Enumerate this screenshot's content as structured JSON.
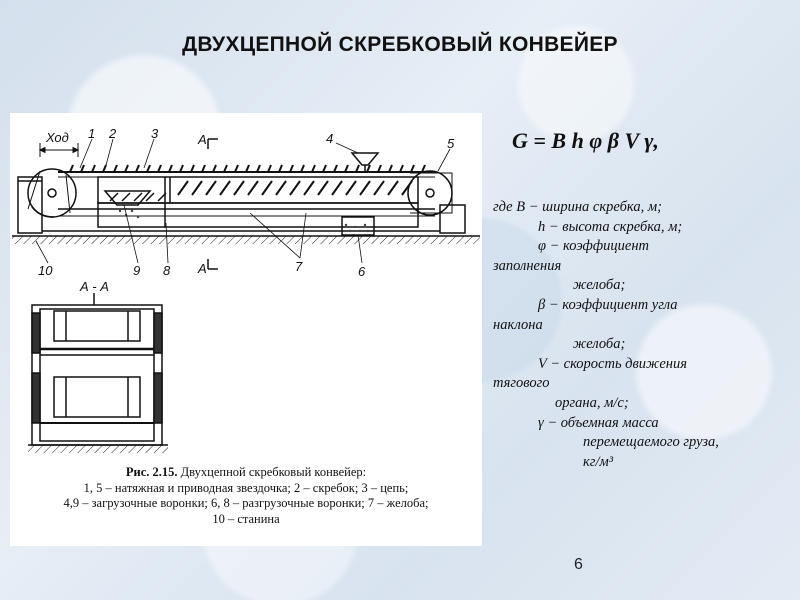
{
  "slide": {
    "title": "ДВУХЦЕПНОЙ СКРЕБКОВЫЙ КОНВЕЙЕР",
    "page_number": "6"
  },
  "figure": {
    "labels": {
      "stroke": "Ход",
      "n1": "1",
      "n2": "2",
      "n3": "3",
      "n4": "4",
      "n5": "5",
      "n6": "6",
      "n7": "7",
      "n8": "8",
      "n9": "9",
      "n10": "10",
      "section_top": "A",
      "section_bottom": "A",
      "section_view": "А - А"
    },
    "caption": {
      "number": "Рис. 2.15.",
      "title": "Двухцепной скребковый конвейер:",
      "line1": "1, 5 – натяжная и приводная звездочка; 2 – скребок; 3 – цепь;",
      "line2": "4,9 – загрузочные воронки; 6, 8 – разгрузочные воронки; 7 – желоба;",
      "line3": "10 – станина"
    }
  },
  "formula": {
    "text": "G = B h φ β V γ,"
  },
  "legend": {
    "l1": "где B − ширина скребка, м;",
    "l2": "h − высота скребка, м;",
    "l3": "φ − коэффициент",
    "l4": "заполнения",
    "l5": "желоба;",
    "l6": "β − коэффициент угла",
    "l7": "наклона",
    "l8": "желоба;",
    "l9": "V − скорость движения",
    "l10": "тягового",
    "l11": "органа, м/с;",
    "l12": "γ − объемная масса",
    "l13": "перемещаемого груза,",
    "l14": "кг/м³"
  }
}
